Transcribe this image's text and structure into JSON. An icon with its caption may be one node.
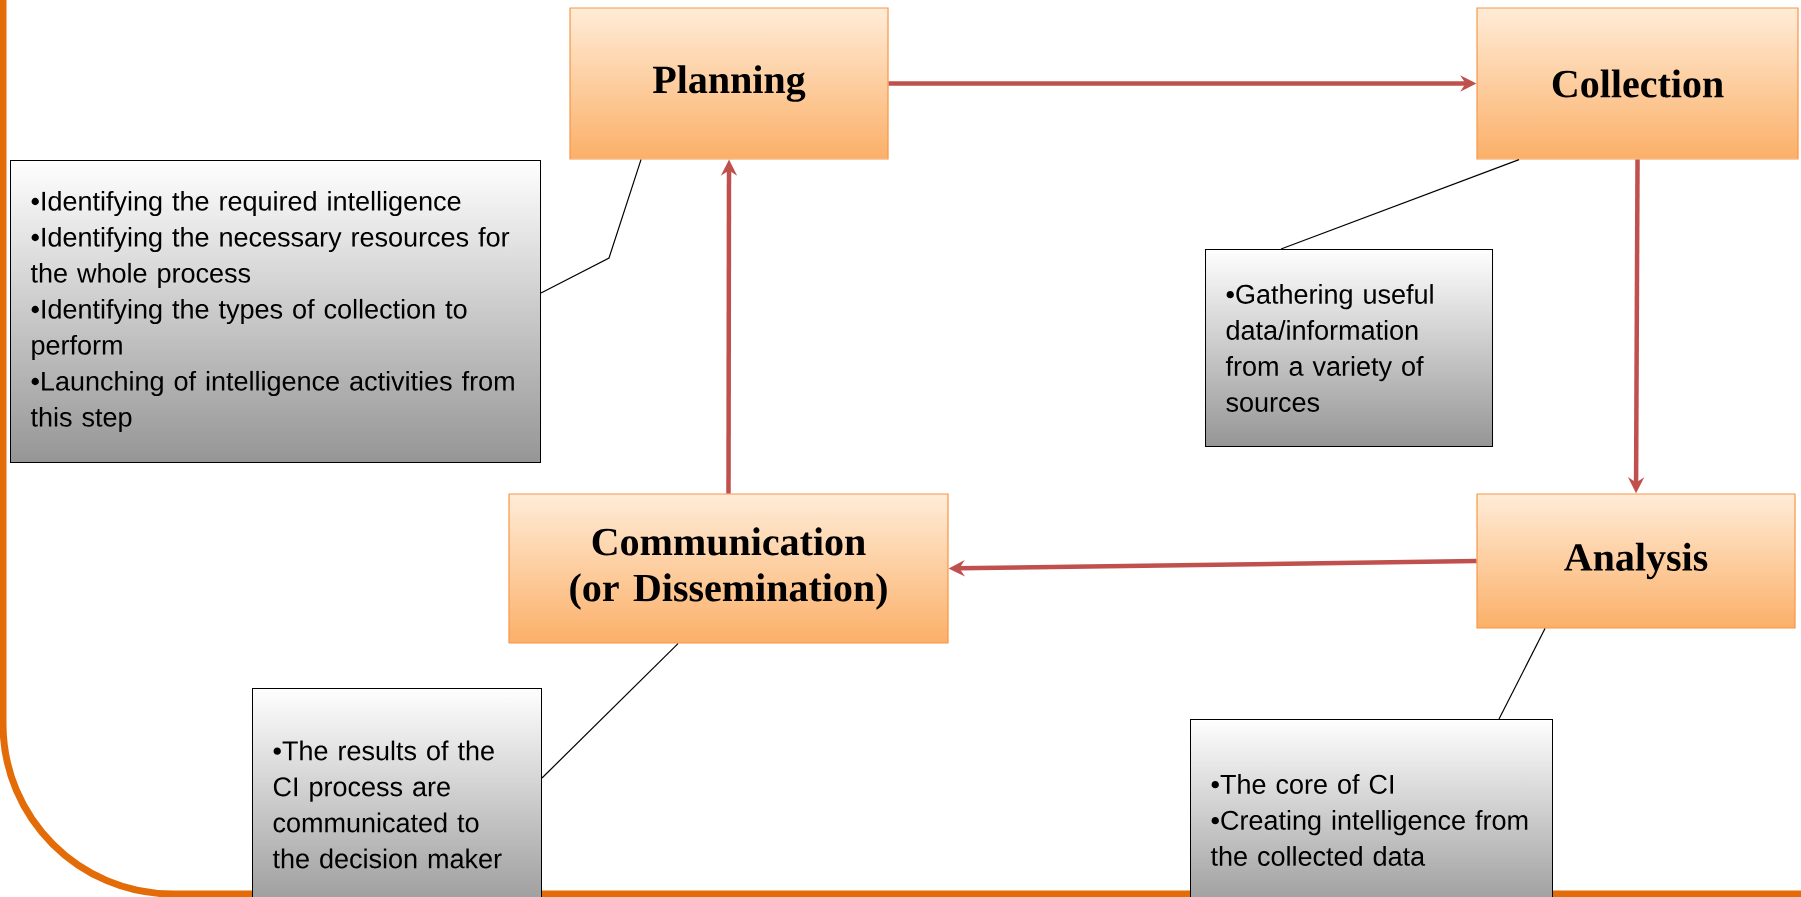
{
  "diagram": {
    "nodes": [
      {
        "text": [
          "Planning"
        ]
      },
      {
        "text": [
          "Collection"
        ]
      },
      {
        "text": [
          "•Identifying the required intelligence",
          "•Identifying the necessary resources for the whole process",
          "•Identifying the types of collection to perform",
          "•Launching of intelligence activities from this step"
        ]
      },
      {
        "text": [
          "•Gathering useful data/information from a variety of sources"
        ]
      },
      {
        "text": [
          "Communication (or Dissemination)"
        ]
      },
      {
        "text": [
          "Analysis"
        ]
      },
      {
        "text": [
          "•The results of the CI process are communicated to the decision maker"
        ]
      },
      {
        "text": [
          "•The core of CI",
          "•Creating intelligence from the collected data"
        ]
      }
    ],
    "edges": [
      {
        "from": 0,
        "to": 1,
        "arrow": "to",
        "style": "thick",
        "color": "#c0504d"
      },
      {
        "from": 1,
        "to": 5,
        "arrow": "to",
        "style": "thick",
        "color": "#c0504d"
      },
      {
        "from": 5,
        "to": 4,
        "arrow": "to",
        "style": "thick",
        "color": "#c0504d"
      },
      {
        "from": 4,
        "to": 0,
        "arrow": "to",
        "style": "thick",
        "color": "#c0504d"
      },
      {
        "from": 2,
        "to": 0,
        "arrow": "none",
        "color": "#000000"
      },
      {
        "from": 3,
        "to": 1,
        "arrow": "none",
        "color": "#000000"
      },
      {
        "from": 7,
        "to": 5,
        "arrow": "none",
        "color": "#000000"
      },
      {
        "from": 6,
        "to": 4,
        "arrow": "none",
        "color": "#000000"
      }
    ]
  }
}
